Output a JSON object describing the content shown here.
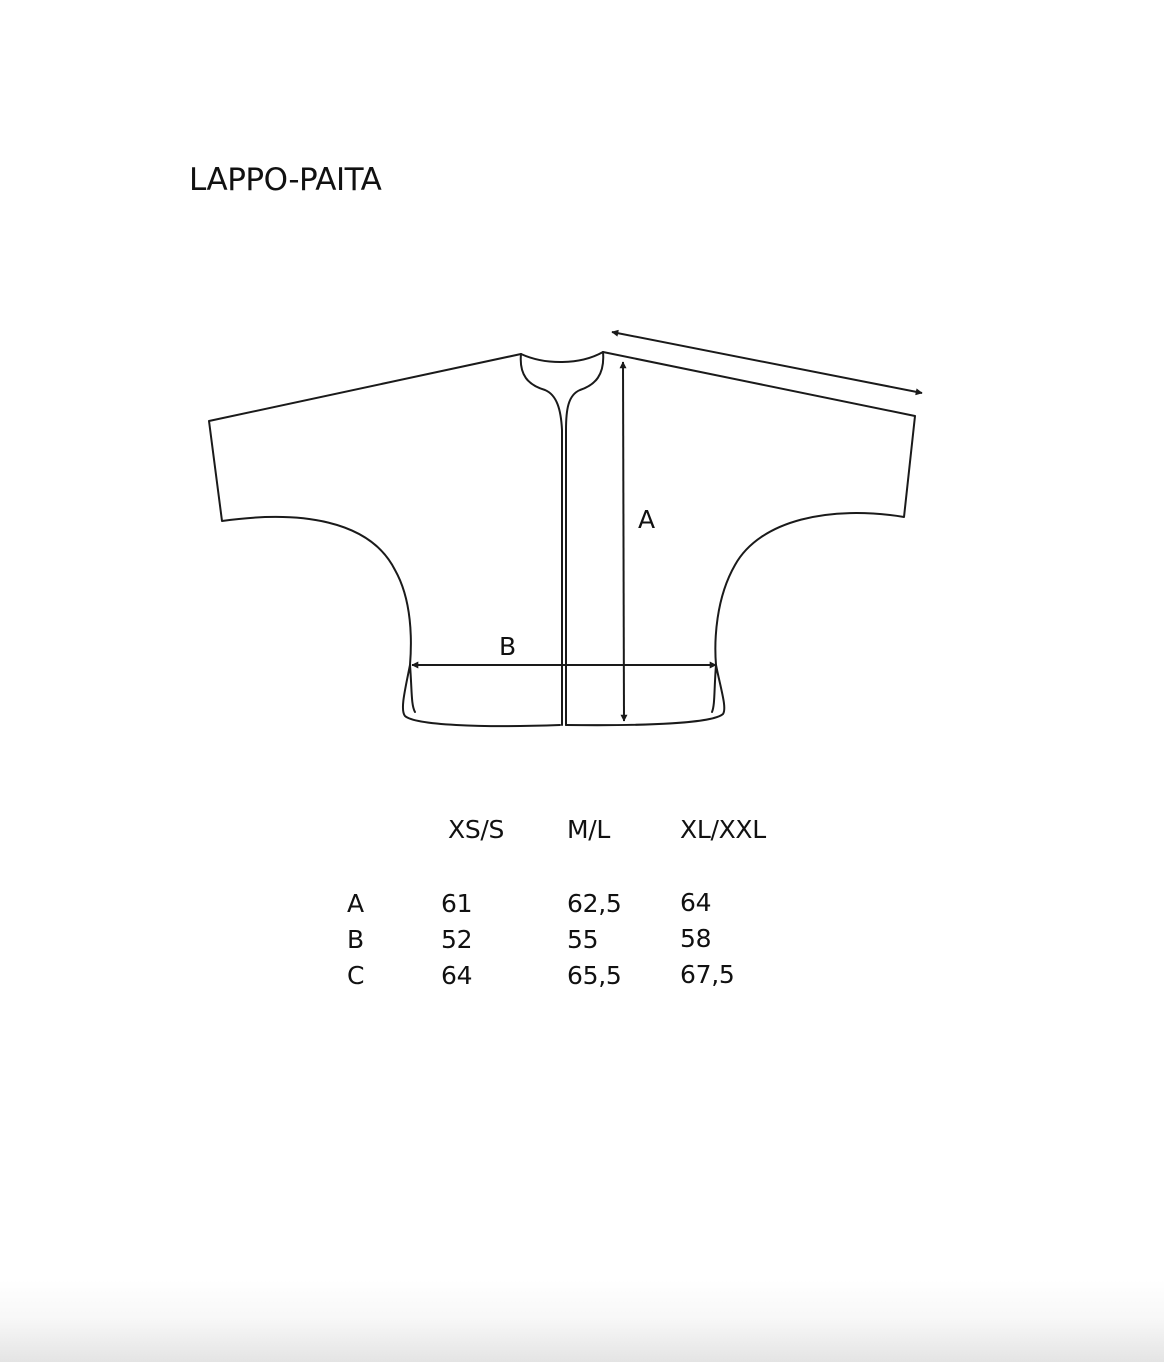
{
  "document": {
    "title": "LAPPO-PAITA"
  },
  "diagram": {
    "subject": "garment-flat-sketch",
    "dimension_labels": {
      "a": "A",
      "b": "B"
    },
    "line_color": "#1a1a1a"
  },
  "size_table": {
    "columns": [
      "XS/S",
      "M/L",
      "XL/XXL"
    ],
    "rows": [
      {
        "label": "A",
        "values": [
          "61",
          "62,5",
          "64"
        ]
      },
      {
        "label": "B",
        "values": [
          "52",
          "55",
          "58"
        ]
      },
      {
        "label": "C",
        "values": [
          "64",
          "65,5",
          "67,5"
        ]
      }
    ]
  }
}
